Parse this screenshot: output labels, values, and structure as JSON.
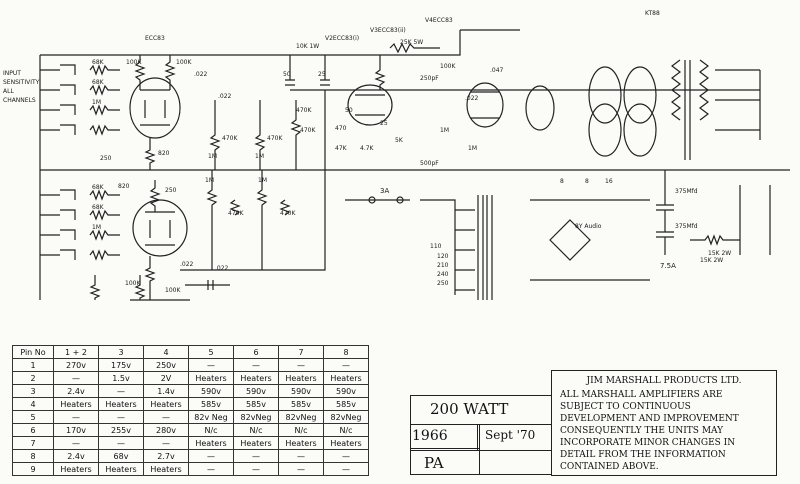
{
  "schematic": {
    "inputs_label": [
      "INPUT",
      "SENSITIVITY",
      "ALL",
      "CHANNELS"
    ],
    "valve_labels": {
      "v1": "ECC83",
      "v2": "V2ECC83(i)",
      "v3": "V3ECC83(ii)",
      "v4": "V4ECC83",
      "pa": "KT88"
    },
    "resistors": [
      "68K",
      "68K",
      "68K",
      "68K",
      "1M",
      "1M",
      "100K",
      "100K",
      "470K",
      "470K",
      "470K",
      "470K",
      "820",
      "820",
      "250",
      "250",
      "1M",
      "1M",
      "1M",
      "1M",
      "100K",
      "100K",
      "100K",
      "25K 5W",
      "470",
      "47K",
      "4.7K",
      "5K",
      "1M",
      "1M",
      "15K 2W",
      "470K",
      "470K"
    ],
    "capacitors": [
      ".022",
      ".022",
      ".022",
      ".022",
      "50",
      "25",
      ".047",
      ".022",
      "250pF",
      "500pF",
      "375Mfd",
      "375Mfd",
      "8",
      "8",
      "16",
      "50",
      "25"
    ],
    "misc_labels": [
      "3A",
      "7.5A",
      "8Y Audio",
      "110",
      "120",
      "210",
      "240",
      "250",
      "15K 2W",
      "10K 1W"
    ]
  },
  "voltage_table": {
    "headers": [
      "Pin No",
      "1 + 2",
      "3",
      "4",
      "5",
      "6",
      "7",
      "8"
    ],
    "rows": [
      [
        "1",
        "270v",
        "175v",
        "250v",
        "—",
        "—",
        "—",
        "—"
      ],
      [
        "2",
        "—",
        "1.5v",
        "2V",
        "Heaters",
        "Heaters",
        "Heaters",
        "Heaters"
      ],
      [
        "3",
        "2.4v",
        "—",
        "1.4v",
        "590v",
        "590v",
        "590v",
        "590v"
      ],
      [
        "4",
        "Heaters",
        "Heaters",
        "Heaters",
        "585v",
        "585v",
        "585v",
        "585v"
      ],
      [
        "5",
        "—",
        "—",
        "—",
        "82v Neg",
        "82vNeg",
        "82vNeg",
        "82vNeg"
      ],
      [
        "6",
        "170v",
        "255v",
        "280v",
        "N/c",
        "N/c",
        "N/c",
        "N/c"
      ],
      [
        "7",
        "—",
        "—",
        "—",
        "Heaters",
        "Heaters",
        "Heaters",
        "Heaters"
      ],
      [
        "8",
        "2.4v",
        "68v",
        "2.7v",
        "—",
        "—",
        "—",
        "—"
      ],
      [
        "9",
        "Heaters",
        "Heaters",
        "Heaters",
        "—",
        "—",
        "—",
        "—"
      ]
    ]
  },
  "title_block": {
    "power": "200 WATT",
    "year": "1966",
    "date": "Sept '70",
    "model": "PA"
  },
  "notice": {
    "heading": "Jim Marshall Products Ltd.",
    "body": "All Marshall Amplifiers are subject to continuous development and improvement consequently the units may incorporate minor changes in detail from the information contained above."
  }
}
